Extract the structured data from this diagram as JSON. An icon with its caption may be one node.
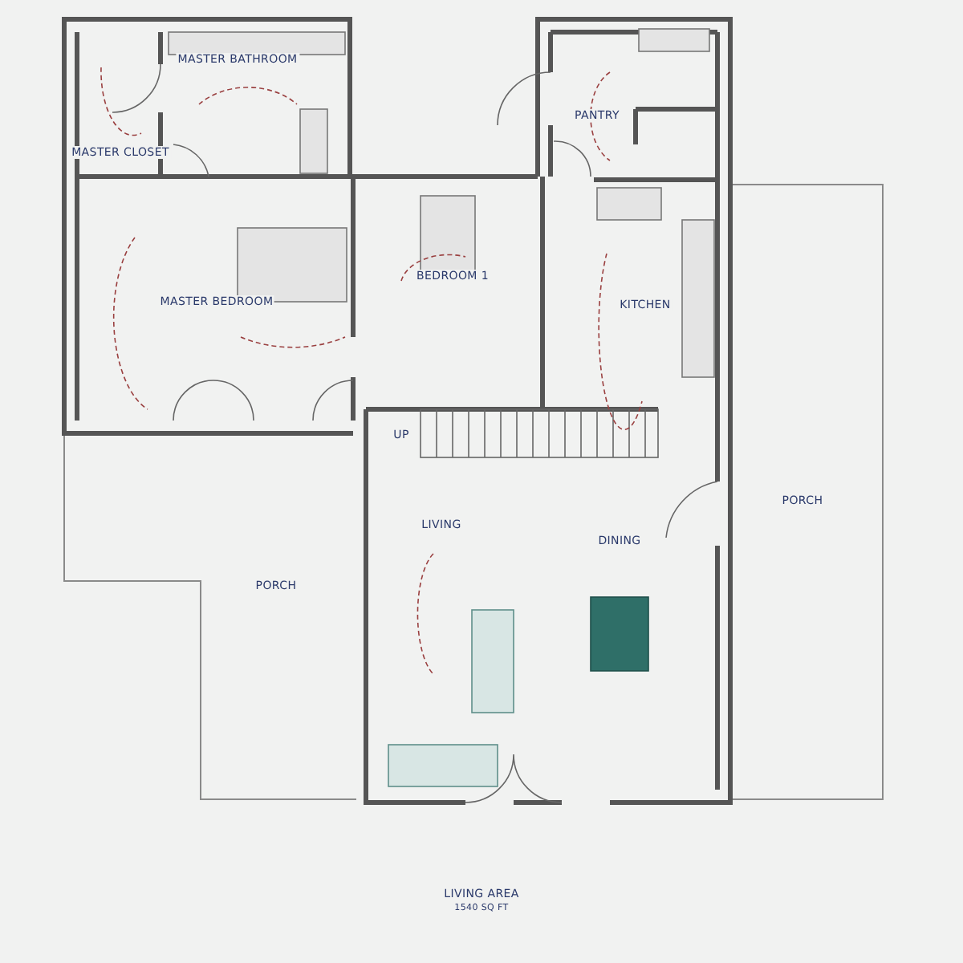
{
  "diagram": {
    "title": "LIVING AREA",
    "caption": "1540 SQ FT",
    "labels": [
      "MASTER BATHROOM",
      "MASTER CLOSET",
      "MASTER BEDROOM",
      "BEDROOM 1",
      "PANTRY",
      "KITCHEN",
      "UP",
      "LIVING",
      "DINING",
      "PORCH",
      "PORCH"
    ]
  }
}
